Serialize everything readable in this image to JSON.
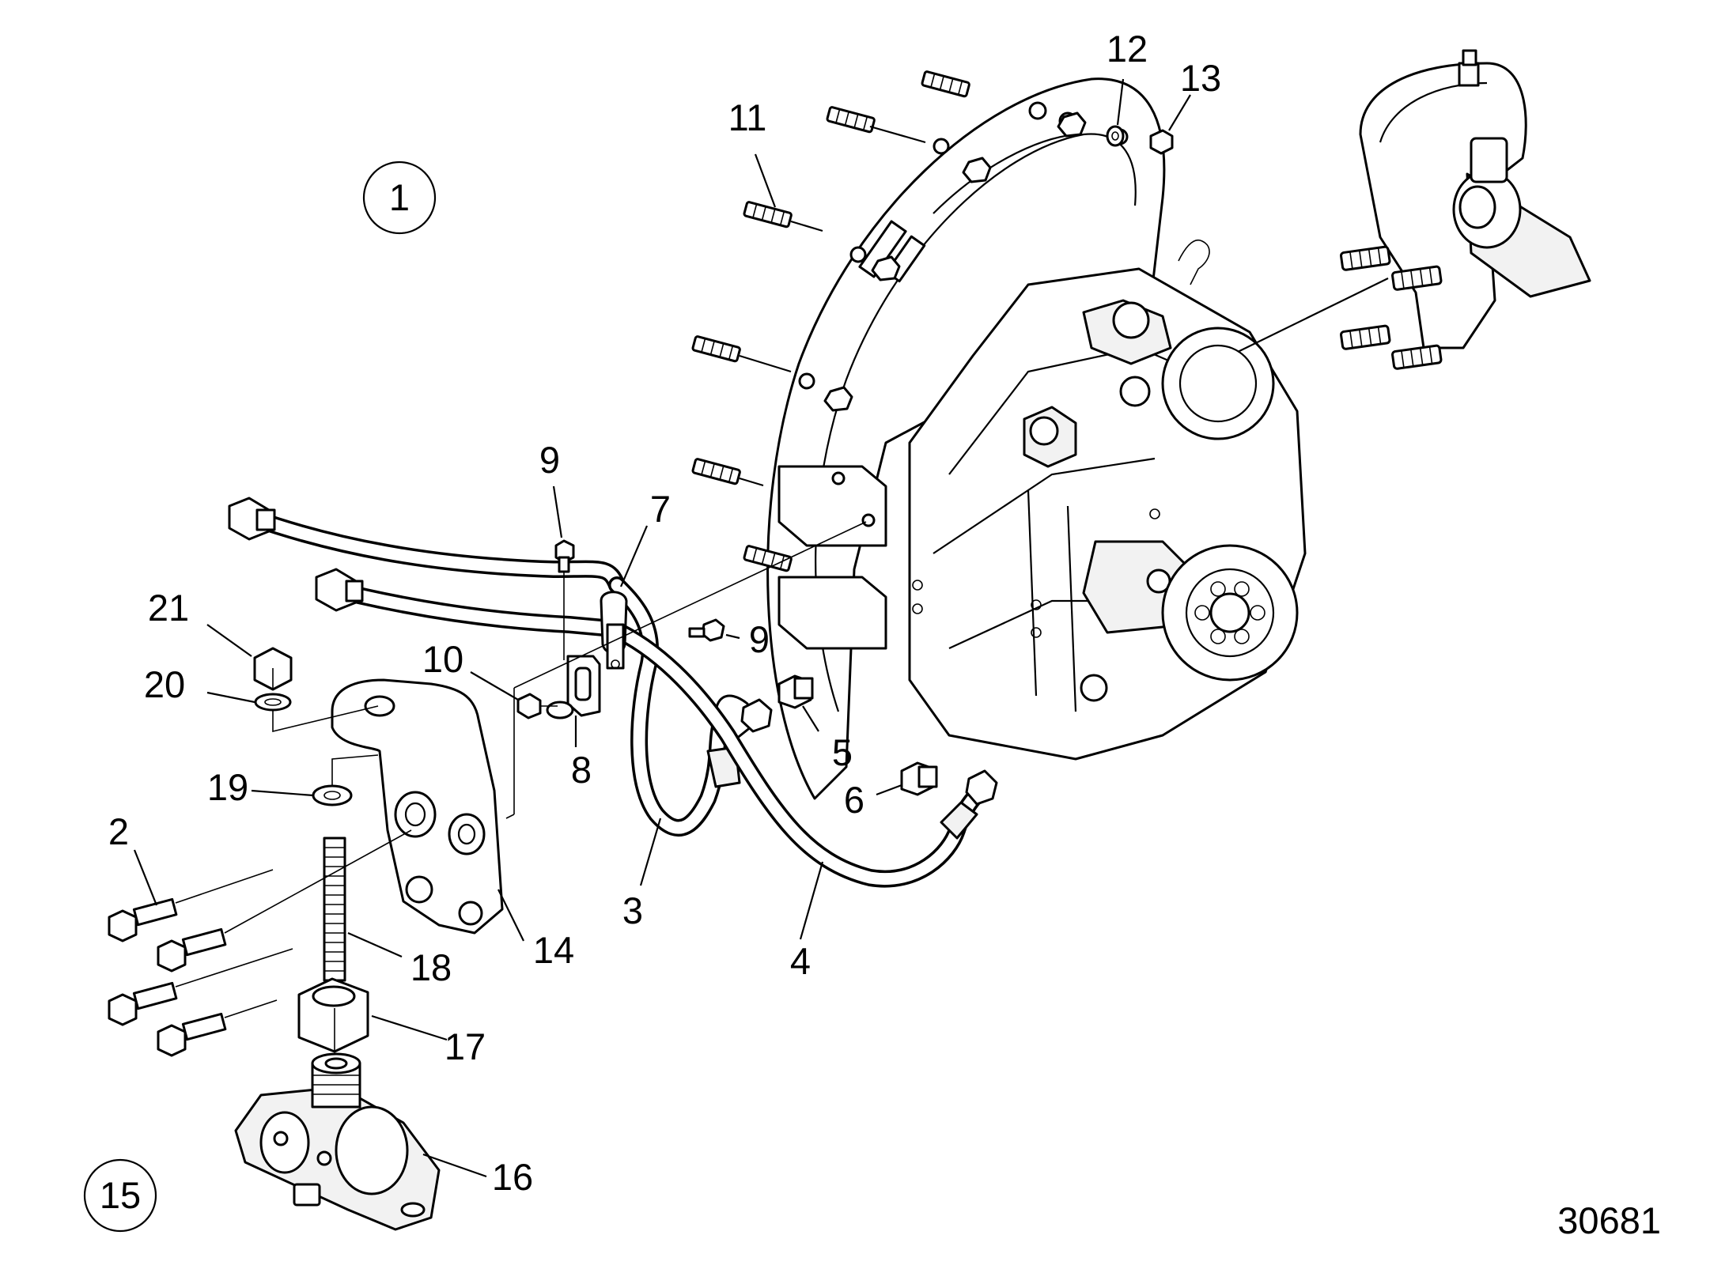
{
  "diagram": {
    "figure_number": "30681",
    "group_callouts": [
      "1",
      "15"
    ],
    "callouts": [
      "2",
      "3",
      "4",
      "5",
      "6",
      "7",
      "8",
      "9",
      "9",
      "10",
      "11",
      "12",
      "13",
      "14",
      "16",
      "17",
      "18",
      "19",
      "20",
      "21"
    ]
  }
}
